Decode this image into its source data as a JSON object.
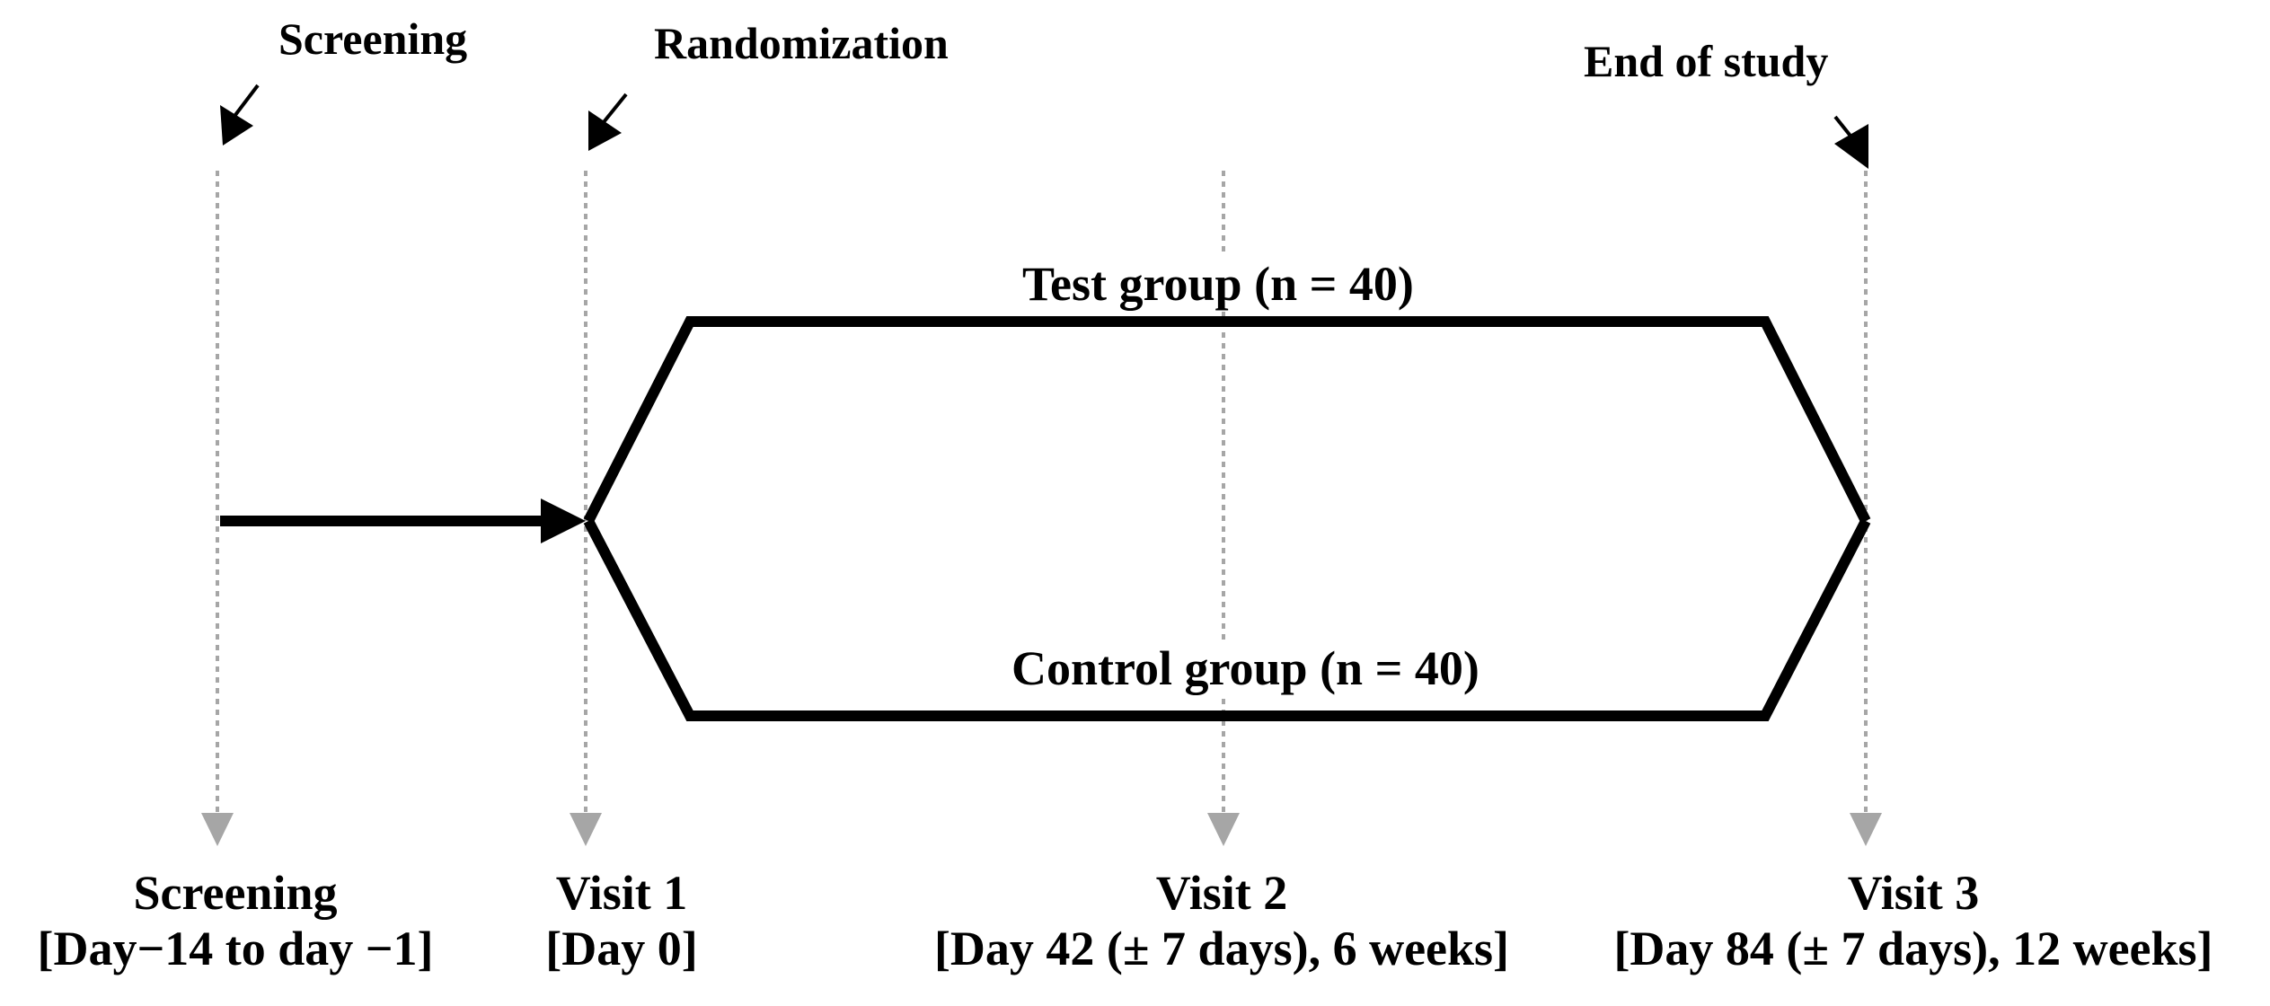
{
  "milestones": {
    "screening": "Screening",
    "randomization": "Randomization",
    "end_of_study": "End of study"
  },
  "groups": {
    "test": "Test group  (n = 40)",
    "control": "Control group  (n = 40)"
  },
  "visits": [
    {
      "name": "Screening",
      "window": "[Day−14 to day −1]"
    },
    {
      "name": "Visit 1",
      "window": "[Day 0]"
    },
    {
      "name": "Visit 2",
      "window": "[Day 42 (± 7 days), 6 weeks]"
    },
    {
      "name": "Visit 3",
      "window": "[Day 84 (± 7 days), 12 weeks]"
    }
  ],
  "colors": {
    "line": "#000000",
    "dotted": "#a6a6a6"
  }
}
